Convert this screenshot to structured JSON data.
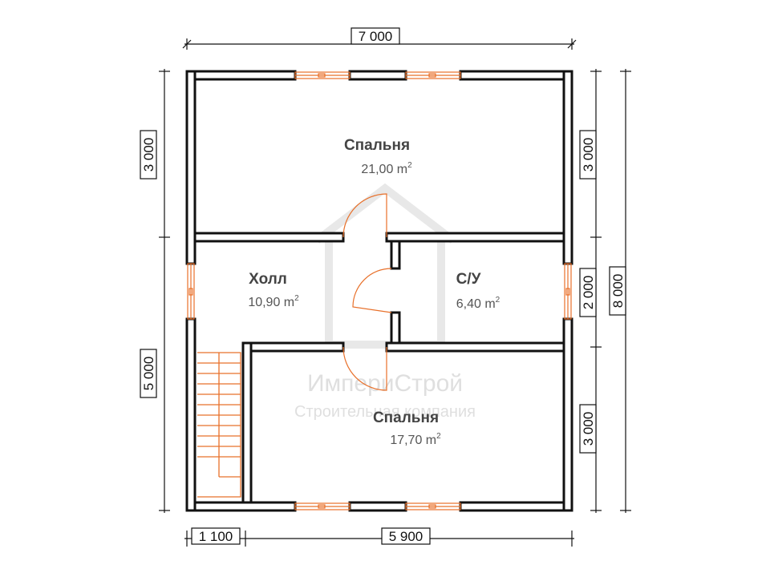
{
  "dimensions": {
    "top_total": "7 000",
    "left_upper": "3 000",
    "left_lower": "5 000",
    "right_upper": "3 000",
    "right_middle": "2 000",
    "right_lower": "3 000",
    "right_total": "8 000",
    "bottom_left": "1 100",
    "bottom_right": "5 900"
  },
  "rooms": {
    "bedroom_top": {
      "name": "Спальня",
      "area": "21,00 m",
      "sup": "2"
    },
    "hall": {
      "name": "Холл",
      "area": "10,90 m",
      "sup": "2"
    },
    "bathroom": {
      "name": "С/У",
      "area": "6,40 m",
      "sup": "2"
    },
    "bedroom_bottom": {
      "name": "Спальня",
      "area": "17,70 m",
      "sup": "2"
    }
  },
  "watermark": {
    "line1": "ИмпериСтрой",
    "line2": "Строительная компания"
  },
  "colors": {
    "wall": "#111111",
    "accent": "#e8702a",
    "dim_line": "#111111"
  }
}
